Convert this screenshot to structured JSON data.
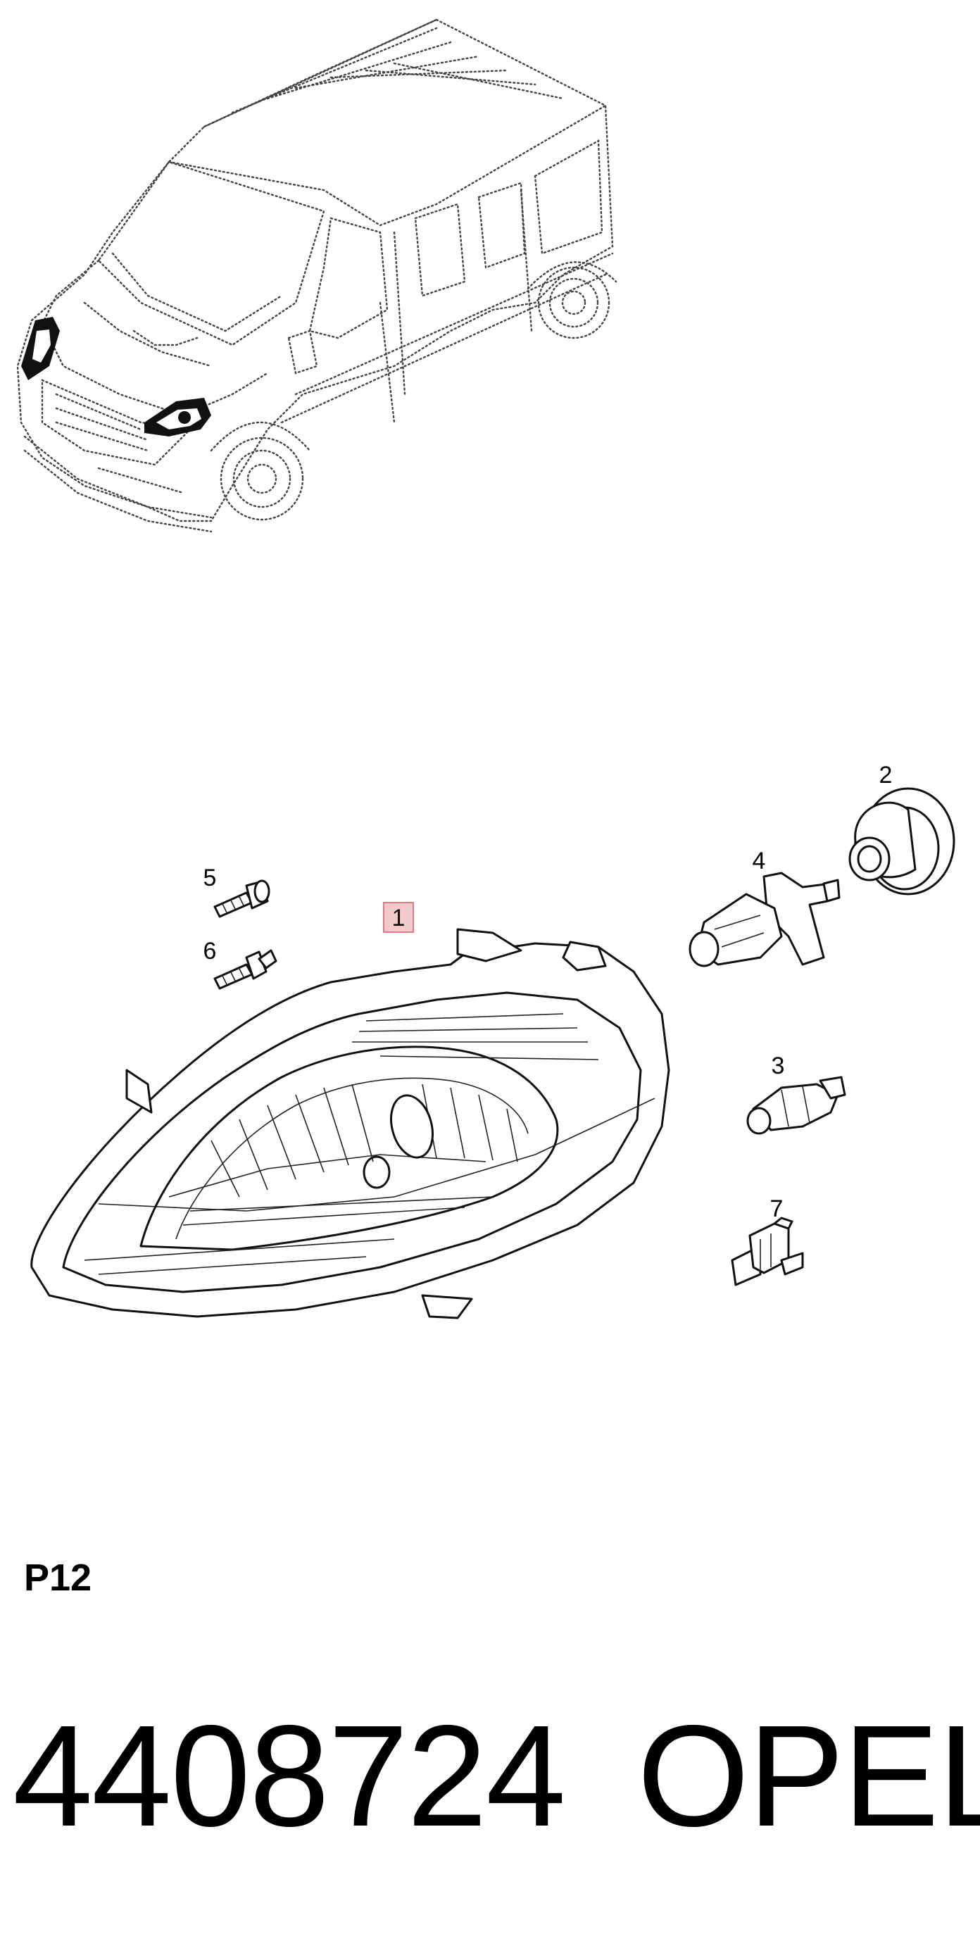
{
  "diagram": {
    "callouts": [
      "1",
      "2",
      "3",
      "4",
      "5",
      "6",
      "7"
    ],
    "highlighted_callout": "1",
    "highlight_color": "#f4c9cc",
    "highlight_border": "#e07b84"
  },
  "footer": {
    "page_code": "P12",
    "part_number": "4408724",
    "brand": "OPEL"
  }
}
